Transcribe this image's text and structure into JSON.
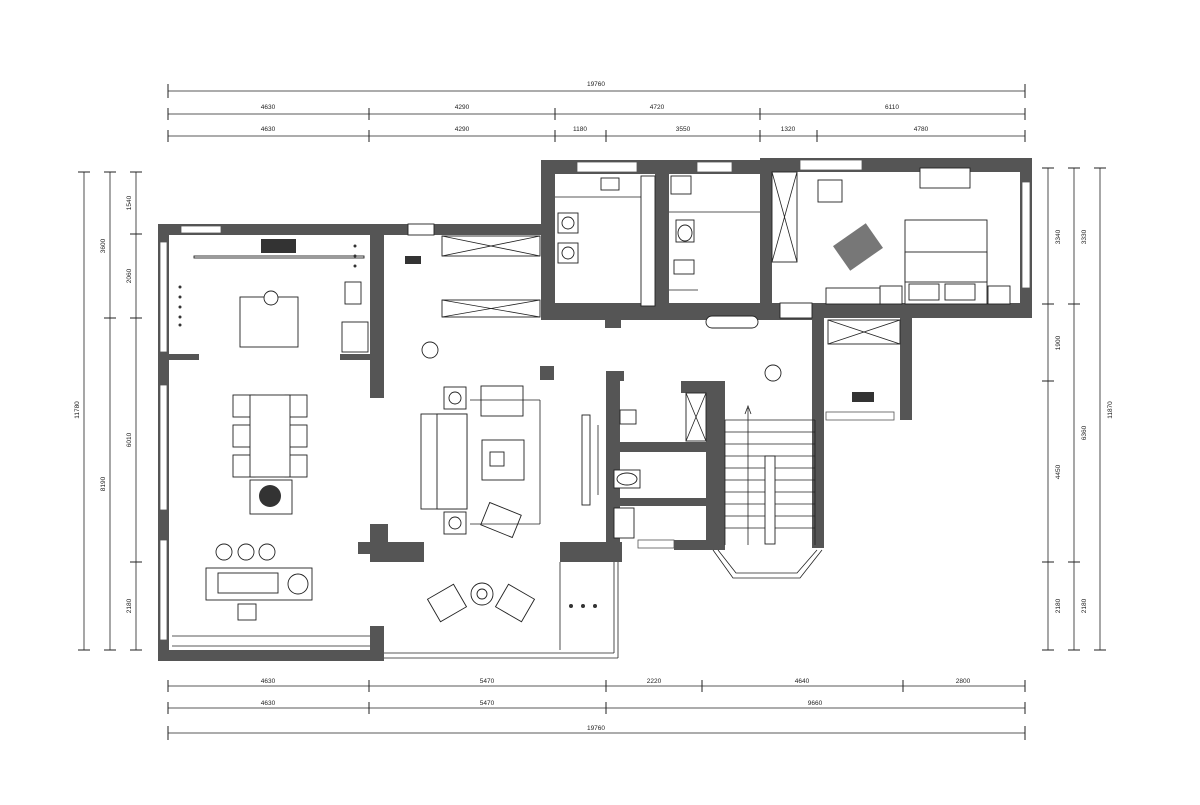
{
  "plan": {
    "dims_top": {
      "total": "19760",
      "row2": [
        "4630",
        "4290",
        "4720",
        "6110"
      ],
      "row3": [
        "4630",
        "4290",
        "1180",
        "3550",
        "1320",
        "4780"
      ]
    },
    "dims_bottom": {
      "row1": [
        "4630",
        "5470",
        "2220",
        "4640",
        "2800"
      ],
      "row2": [
        "4630",
        "5470",
        "9660"
      ],
      "total": "19760"
    },
    "dims_left": {
      "total": "11780",
      "outer": [
        "3600",
        "8190"
      ],
      "inner": [
        "1540",
        "2060",
        "6010",
        "2180"
      ]
    },
    "dims_right": {
      "total": "11870",
      "outer": [
        "3330",
        "6360",
        "2180"
      ],
      "inner": [
        "3340",
        "1900",
        "4450",
        "2180"
      ]
    },
    "colors": {
      "wall": "#555555",
      "line": "#222222",
      "background": "#ffffff"
    }
  }
}
